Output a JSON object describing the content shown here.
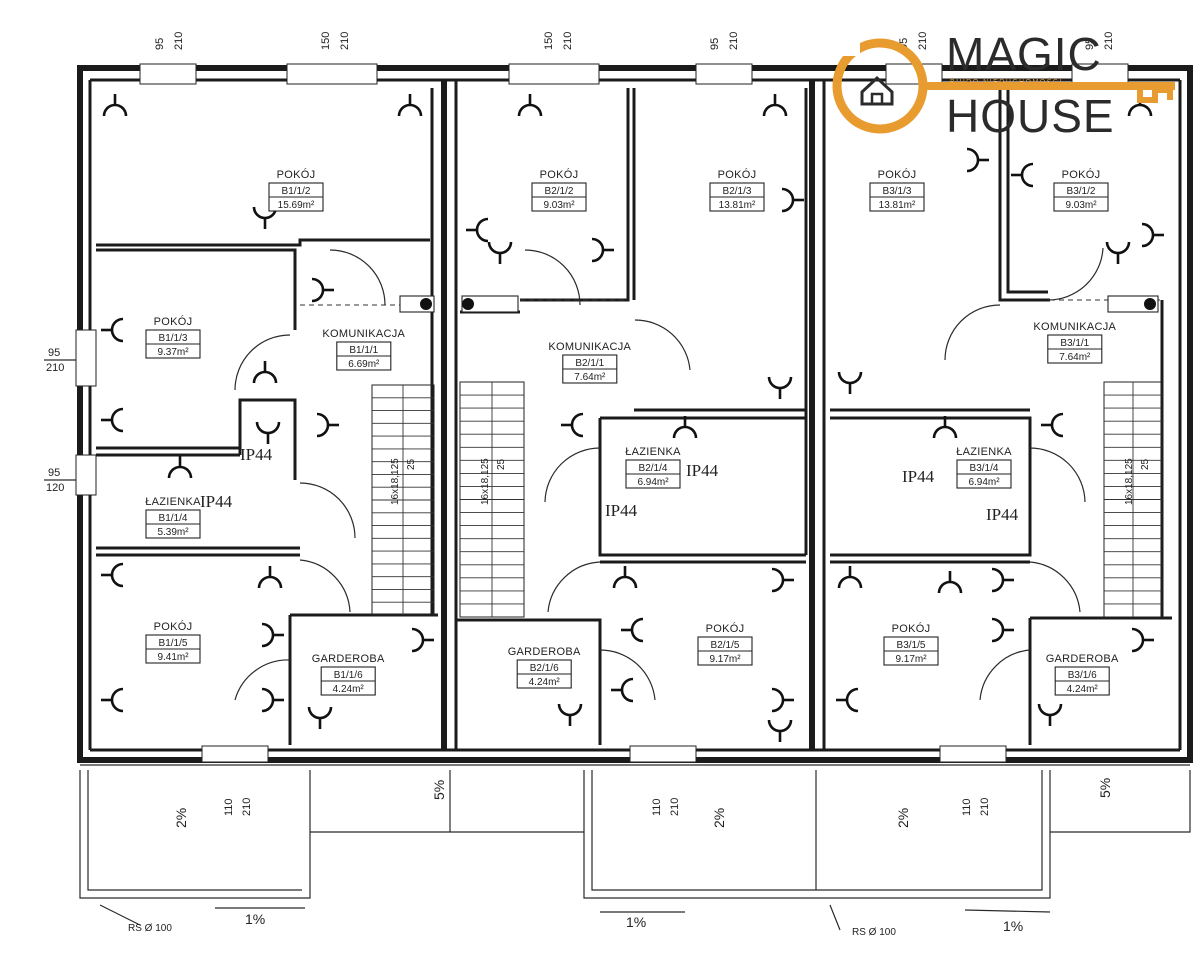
{
  "logo": {
    "line1": "MAGIC",
    "line2": "HOUSE",
    "subtitle": "BIURO NIERUCHOMOŚCI",
    "accent_color": "#e89b2f",
    "icon": "house-key-icon"
  },
  "rooms": [
    {
      "id": "b1-1-2",
      "name": "POKÓJ",
      "code": "B1/1/2",
      "area": "15.69m²"
    },
    {
      "id": "b1-1-3",
      "name": "POKÓJ",
      "code": "B1/1/3",
      "area": "9.37m²"
    },
    {
      "id": "b1-1-1",
      "name": "KOMUNIKACJA",
      "code": "B1/1/1",
      "area": "6.69m²"
    },
    {
      "id": "b1-1-4",
      "name": "ŁAZIENKA",
      "code": "B1/1/4",
      "area": "5.39m²"
    },
    {
      "id": "b1-1-5",
      "name": "POKÓJ",
      "code": "B1/1/5",
      "area": "9.41m²"
    },
    {
      "id": "b1-1-6",
      "name": "GARDEROBA",
      "code": "B1/1/6",
      "area": "4.24m²"
    },
    {
      "id": "b2-1-2",
      "name": "POKÓJ",
      "code": "B2/1/2",
      "area": "9.03m²"
    },
    {
      "id": "b2-1-3",
      "name": "POKÓJ",
      "code": "B2/1/3",
      "area": "13.81m²"
    },
    {
      "id": "b2-1-1",
      "name": "KOMUNIKACJA",
      "code": "B2/1/1",
      "area": "7.64m²"
    },
    {
      "id": "b2-1-4",
      "name": "ŁAZIENKA",
      "code": "B2/1/4",
      "area": "6.94m²"
    },
    {
      "id": "b2-1-6",
      "name": "GARDEROBA",
      "code": "B2/1/6",
      "area": "4.24m²"
    },
    {
      "id": "b2-1-5",
      "name": "POKÓJ",
      "code": "B2/1/5",
      "area": "9.17m²"
    },
    {
      "id": "b3-1-3",
      "name": "POKÓJ",
      "code": "B3/1/3",
      "area": "13.81m²"
    },
    {
      "id": "b3-1-2",
      "name": "POKÓJ",
      "code": "B3/1/2",
      "area": "9.03m²"
    },
    {
      "id": "b3-1-1",
      "name": "KOMUNIKACJA",
      "code": "B3/1/1",
      "area": "7.64m²"
    },
    {
      "id": "b3-1-4",
      "name": "ŁAZIENKA",
      "code": "B3/1/4",
      "area": "6.94m²"
    },
    {
      "id": "b3-1-5",
      "name": "POKÓJ",
      "code": "B3/1/5",
      "area": "9.17m²"
    },
    {
      "id": "b3-1-6",
      "name": "GARDEROBA",
      "code": "B3/1/6",
      "area": "4.24m²"
    }
  ],
  "window_dims": [
    {
      "w": "95",
      "h": "210"
    },
    {
      "w": "150",
      "h": "210"
    },
    {
      "w": "150",
      "h": "210"
    },
    {
      "w": "95",
      "h": "210"
    },
    {
      "w": "95",
      "h": "210"
    },
    {
      "w": "95",
      "h": "210"
    },
    {
      "w": "95",
      "h": "120"
    },
    {
      "w": "110",
      "h": "210"
    },
    {
      "w": "110",
      "h": "210"
    },
    {
      "w": "110",
      "h": "210"
    }
  ],
  "stairs": [
    "16x18,125",
    "25"
  ],
  "ip_marks": [
    "IP44",
    "IP44",
    "IP44",
    "IP44",
    "IP44"
  ],
  "slopes": {
    "p5a": "5%",
    "p5b": "5%",
    "p2a": "2%",
    "p2b": "2%",
    "p2c": "2%",
    "p1a": "1%",
    "p1b": "1%",
    "p1c": "1%"
  },
  "drains": [
    "RS Ø 100",
    "RS Ø 100"
  ]
}
